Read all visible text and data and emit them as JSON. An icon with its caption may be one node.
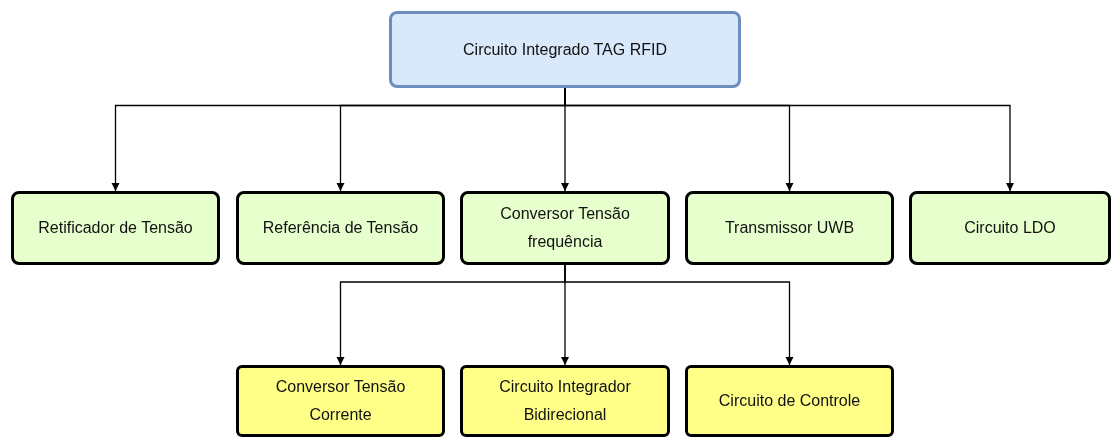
{
  "diagram": {
    "nodes": [
      {
        "text": [
          "Circuito Integrado TAG RFID"
        ]
      },
      {
        "text": [
          "Retificador de Tensão"
        ]
      },
      {
        "text": [
          "Referência de Tensão"
        ]
      },
      {
        "text": [
          "Conversor Tensão frequência"
        ]
      },
      {
        "text": [
          "Transmissor UWB"
        ]
      },
      {
        "text": [
          "Circuito LDO"
        ]
      },
      {
        "text": [
          "Conversor Tensão Corrente"
        ]
      },
      {
        "text": [
          "Circuito Integrador Bidirecional"
        ]
      },
      {
        "text": [
          "Circuito de Controle"
        ]
      }
    ],
    "edges": [
      {
        "from": 0,
        "to": 1,
        "arrow": "to"
      },
      {
        "from": 0,
        "to": 2,
        "arrow": "to"
      },
      {
        "from": 0,
        "to": 3,
        "arrow": "to"
      },
      {
        "from": 0,
        "to": 4,
        "arrow": "to"
      },
      {
        "from": 0,
        "to": 5,
        "arrow": "to"
      },
      {
        "from": 3,
        "to": 6,
        "arrow": "to"
      },
      {
        "from": 3,
        "to": 7,
        "arrow": "to"
      },
      {
        "from": 3,
        "to": 8,
        "arrow": "to"
      }
    ]
  }
}
